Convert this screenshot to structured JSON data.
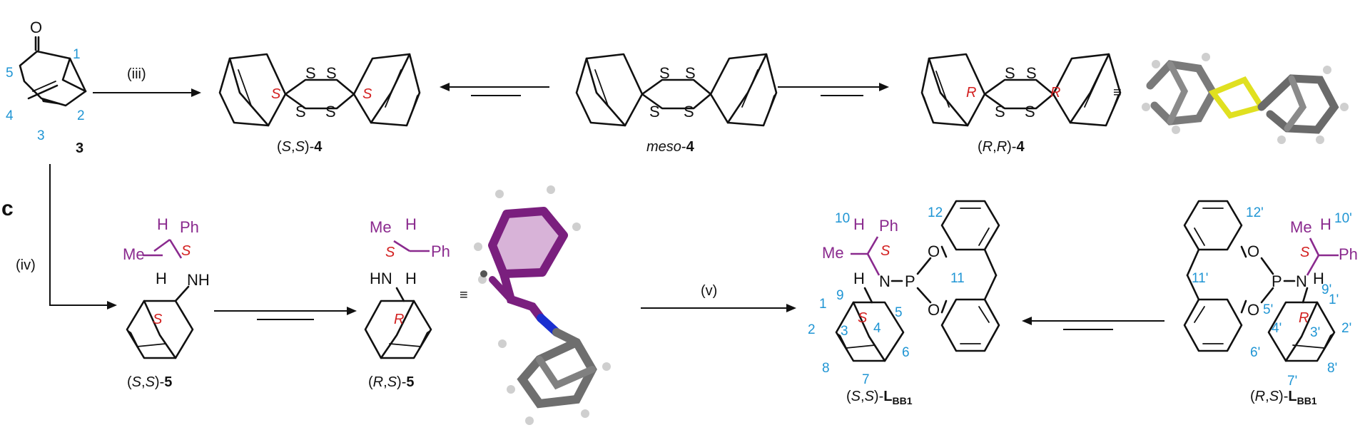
{
  "panel_label": "c",
  "compounds": [
    {
      "id": "c3",
      "caption": "3"
    },
    {
      "id": "ss4",
      "caption_pre": "(",
      "caption_s1": "S",
      "caption_mid": ",",
      "caption_s2": "S",
      "caption_post": ")-",
      "caption_num": "4"
    },
    {
      "id": "meso4",
      "caption_it": "meso",
      "caption_post": "-",
      "caption_num": "4"
    },
    {
      "id": "rr4",
      "caption_pre": "(",
      "caption_s1": "R",
      "caption_mid": ",",
      "caption_s2": "R",
      "caption_post": ")-",
      "caption_num": "4"
    },
    {
      "id": "ss5",
      "caption_pre": "(",
      "caption_s1": "S",
      "caption_mid": ",",
      "caption_s2": "S",
      "caption_post": ")-",
      "caption_num": "5"
    },
    {
      "id": "rs5",
      "caption_pre": "(",
      "caption_s1": "R",
      "caption_mid": ",",
      "caption_s2": "S",
      "caption_post": ")-",
      "caption_num": "5"
    },
    {
      "id": "ssL",
      "caption_pre": "(",
      "caption_s1": "S",
      "caption_mid": ",",
      "caption_s2": "S",
      "caption_post": ")-",
      "caption_num": "L",
      "caption_sub": "BB1"
    },
    {
      "id": "rsL",
      "caption_pre": "(",
      "caption_s1": "R",
      "caption_mid": ",",
      "caption_s2": "S",
      "caption_post": ")-",
      "caption_num": "L",
      "caption_sub": "BB1"
    }
  ],
  "reagents": {
    "iii": "(iii)",
    "iv": "(iv)",
    "v": "(v)"
  },
  "atoms": {
    "O": "O",
    "S": "S",
    "H": "H",
    "N": "N",
    "P": "P",
    "Ph": "Ph",
    "Me": "Me",
    "NH": "NH",
    "HN": "HN"
  },
  "stereo": {
    "S": "S",
    "R": "R"
  },
  "equiv": "≡",
  "numbering_3": [
    "1",
    "2",
    "3",
    "4",
    "5"
  ],
  "numbering_L": [
    "1",
    "2",
    "3",
    "4",
    "5",
    "6",
    "7",
    "8",
    "9",
    "10",
    "11",
    "12"
  ],
  "numbering_Lp": [
    "1'",
    "2'",
    "3'",
    "4'",
    "5'",
    "6'",
    "7'",
    "8'",
    "9'",
    "10'",
    "11'",
    "12'"
  ],
  "colors": {
    "bond": "#111111",
    "locant": "#1f95d4",
    "stereo_label": "#d32020",
    "phenylethyl": "#8a2a8e",
    "sulfur_3d": "#e0e020",
    "nitrogen_3d": "#1a2fd0",
    "carbon_3d": "#707070"
  }
}
